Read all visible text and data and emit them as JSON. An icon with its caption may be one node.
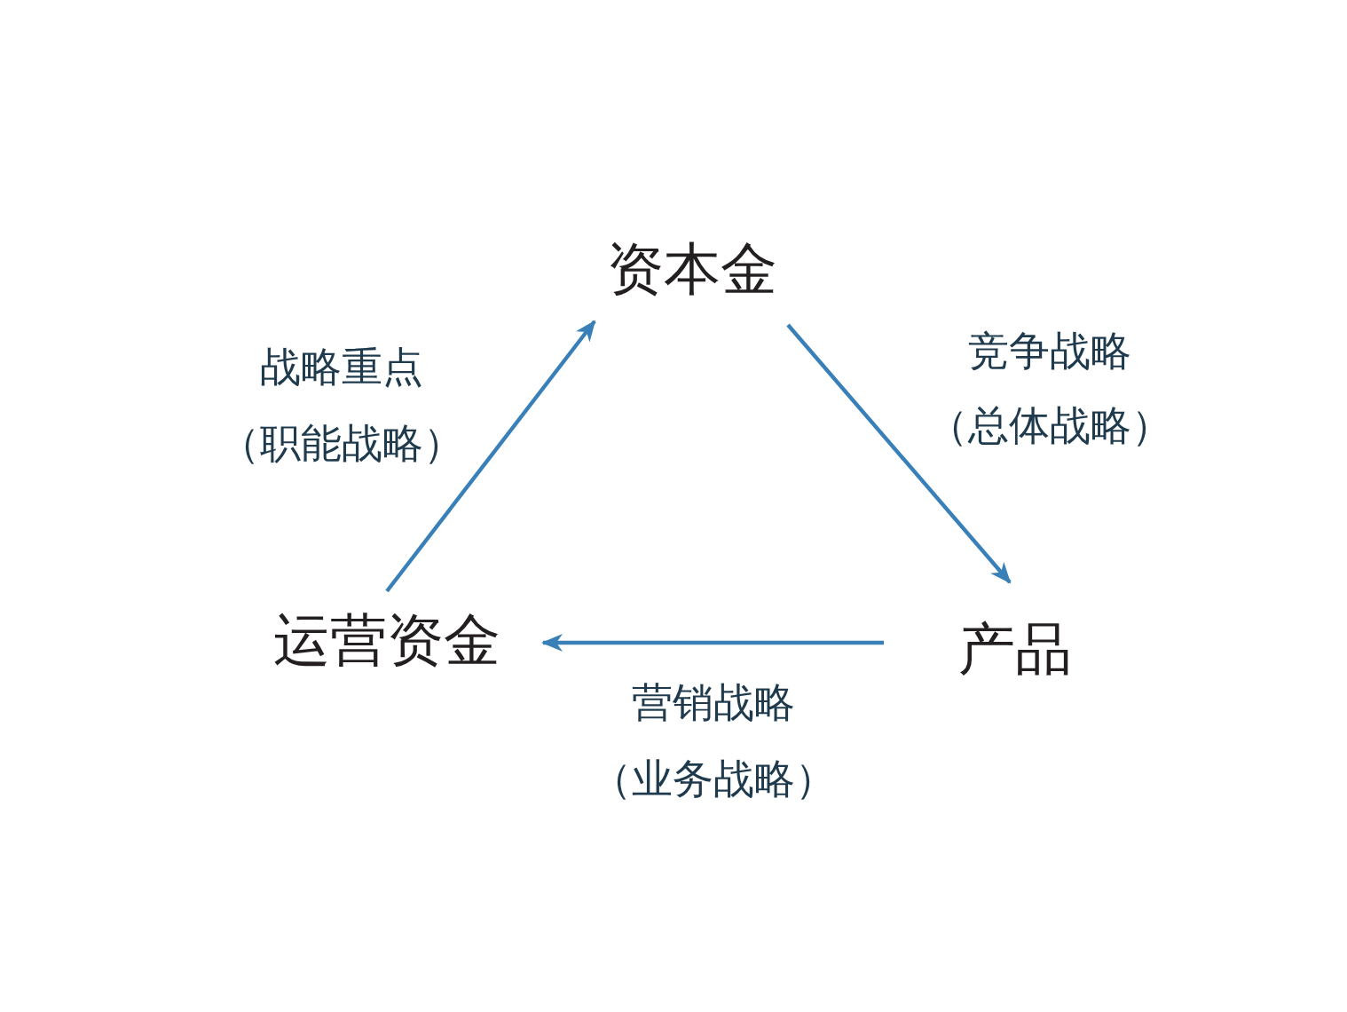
{
  "diagram": {
    "nodes": [
      {
        "text": [
          "资本金"
        ]
      },
      {
        "text": [
          "运营资金"
        ]
      },
      {
        "text": [
          "产品"
        ]
      }
    ],
    "edges": [
      {
        "from": 1,
        "to": 0,
        "arrow": "to",
        "label": "战略重点（职能战略）"
      },
      {
        "from": 0,
        "to": 2,
        "arrow": "to",
        "label": "竞争战略（总体战略）"
      },
      {
        "from": 2,
        "to": 1,
        "arrow": "to",
        "label": "营销战略（业务战略）"
      }
    ]
  }
}
